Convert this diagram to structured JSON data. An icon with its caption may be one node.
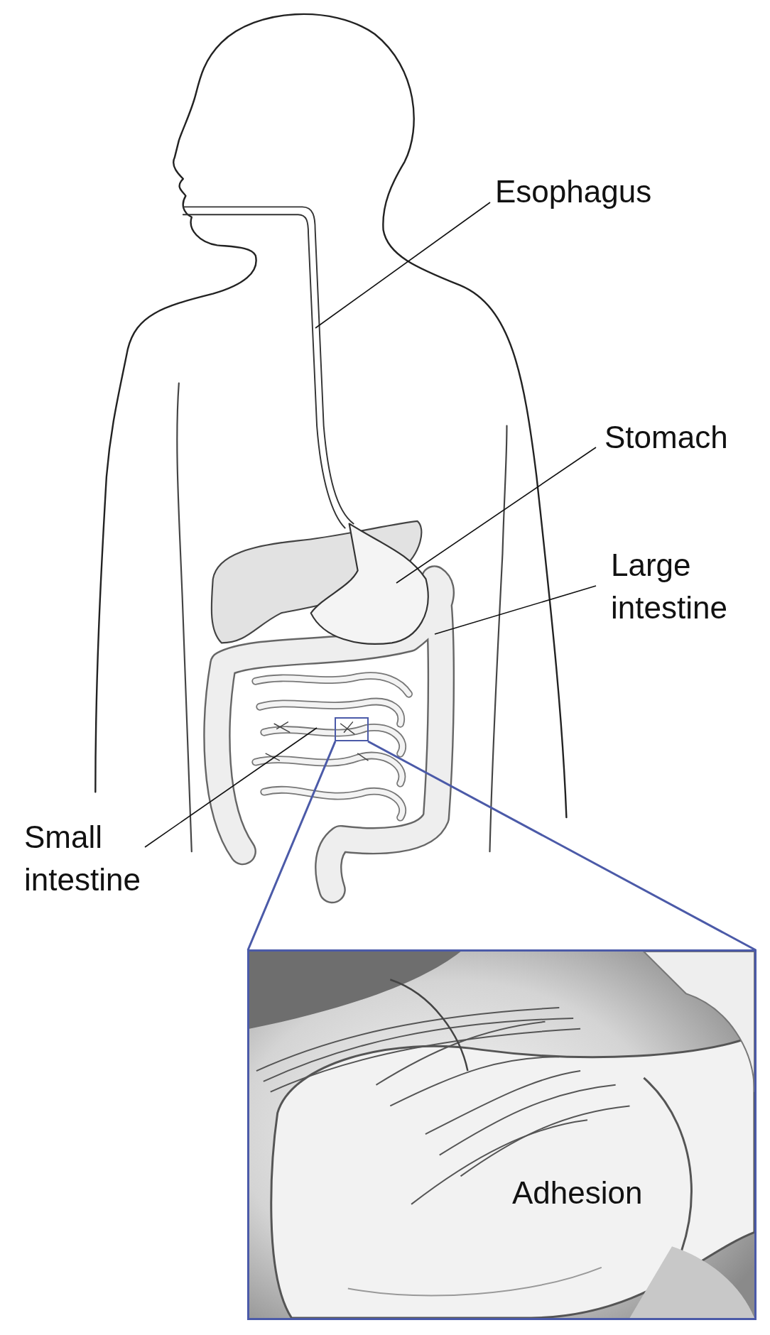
{
  "diagram": {
    "nodes": [
      {
        "text": [
          "Esophagus"
        ]
      },
      {
        "text": [
          "Stomach"
        ]
      },
      {
        "text": [
          "Large intestine"
        ]
      },
      {
        "text": [
          "Small intestine"
        ]
      },
      {
        "text": [],
        "shape": "box"
      },
      {
        "text": [
          "Adhesion"
        ]
      }
    ],
    "edges": [
      {
        "from": 0,
        "to": null,
        "arrow": "none"
      },
      {
        "from": 1,
        "to": null,
        "arrow": "none"
      },
      {
        "from": 2,
        "to": null,
        "arrow": "none"
      },
      {
        "from": 3,
        "to": null,
        "arrow": "none"
      },
      {
        "from": 4,
        "to": 5,
        "arrow": "none",
        "color": "#4b5aa8"
      },
      {
        "from": 4,
        "to": 5,
        "arrow": "none",
        "color": "#4b5aa8"
      }
    ]
  }
}
